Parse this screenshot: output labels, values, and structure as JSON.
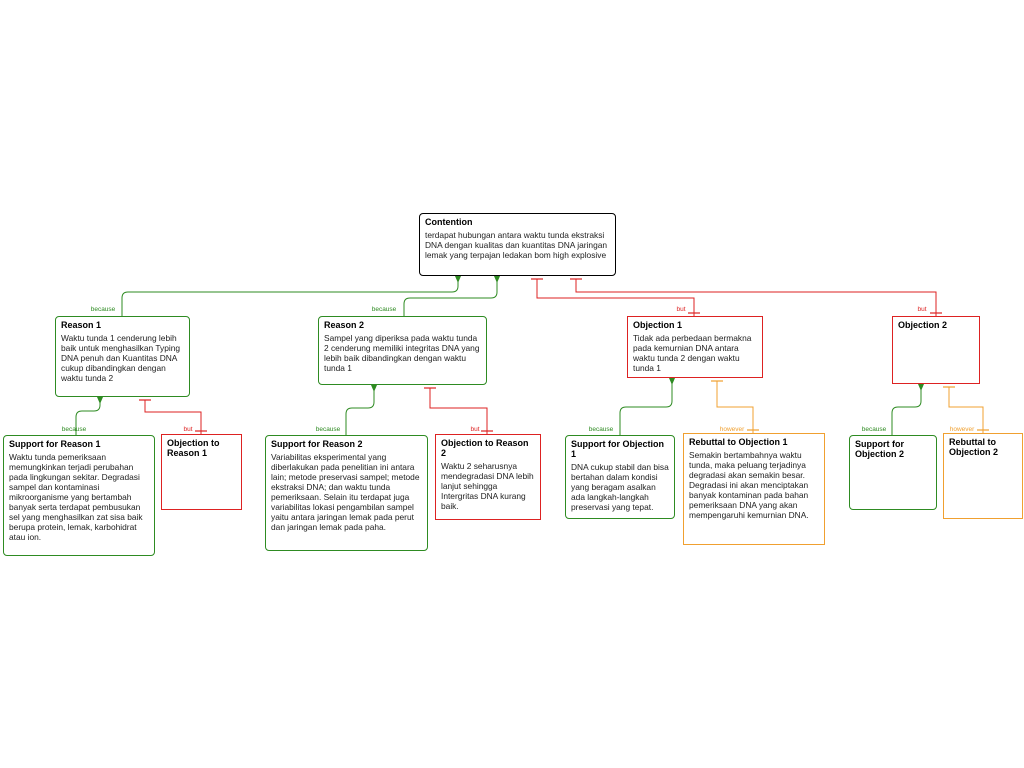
{
  "colors": {
    "because": "#2e8b22",
    "but": "#dd2222",
    "however": "#f0a030",
    "contention": "#000000"
  },
  "link_labels": {
    "because": "because",
    "but": "but",
    "however": "however"
  },
  "contention": {
    "title": "Contention",
    "text": "terdapat hubungan antara waktu tunda ekstraksi DNA dengan kualitas dan kuantitas DNA jaringan lemak yang terpajan ledakan bom high explosive"
  },
  "reason1": {
    "title": "Reason 1",
    "text": "Waktu tunda 1 cenderung lebih baik untuk menghasilkan Typing DNA penuh dan Kuantitas DNA cukup dibandingkan dengan waktu tunda 2"
  },
  "reason2": {
    "title": "Reason 2",
    "text": "Sampel yang diperiksa pada waktu tunda 2 cenderung memiliki integritas DNA yang lebih baik dibandingkan dengan waktu tunda 1"
  },
  "objection1": {
    "title": "Objection 1",
    "text": "Tidak ada perbedaan bermakna pada kemurnian DNA antara waktu tunda 2 dengan waktu tunda 1"
  },
  "objection2": {
    "title": "Objection 2",
    "text": ""
  },
  "support_reason1": {
    "title": "Support for Reason 1",
    "text": "Waktu tunda pemeriksaan memungkinkan terjadi perubahan pada lingkungan sekitar. Degradasi sampel dan kontaminasi mikroorganisme yang bertambah banyak serta terdapat pembusukan sel yang menghasilkan zat sisa baik berupa protein, lemak, karbohidrat atau ion."
  },
  "objection_reason1": {
    "title": "Objection to Reason 1",
    "text": ""
  },
  "support_reason2": {
    "title": "Support for Reason 2",
    "text": "Variabilitas eksperimental yang diberlakukan pada penelitian ini antara lain; metode preservasi sampel; metode ekstraksi DNA; dan waktu tunda pemeriksaan. Selain itu terdapat juga variabilitas lokasi pengambilan sampel yaitu antara jaringan lemak pada perut dan jaringan lemak pada paha."
  },
  "objection_reason2": {
    "title": "Objection to Reason 2",
    "text": "Waktu 2 seharusnya mendegradasi DNA lebih lanjut sehingga Intergritas DNA kurang baik."
  },
  "support_objection1": {
    "title": "Support for Objection 1",
    "text": "DNA cukup stabil dan bisa bertahan dalam kondisi yang beragam asalkan ada langkah-langkah preservasi yang tepat."
  },
  "rebuttal_objection1": {
    "title": "Rebuttal to Objection 1",
    "text": "Semakin bertambahnya waktu tunda, maka peluang terjadinya degradasi akan semakin besar. Degradasi ini akan menciptakan banyak kontaminan pada bahan pemeriksaan DNA yang akan mempengaruhi kemurnian DNA."
  },
  "support_objection2": {
    "title": "Support for Objection 2",
    "text": ""
  },
  "rebuttal_objection2": {
    "title": "Rebuttal to Objection 2",
    "text": ""
  }
}
